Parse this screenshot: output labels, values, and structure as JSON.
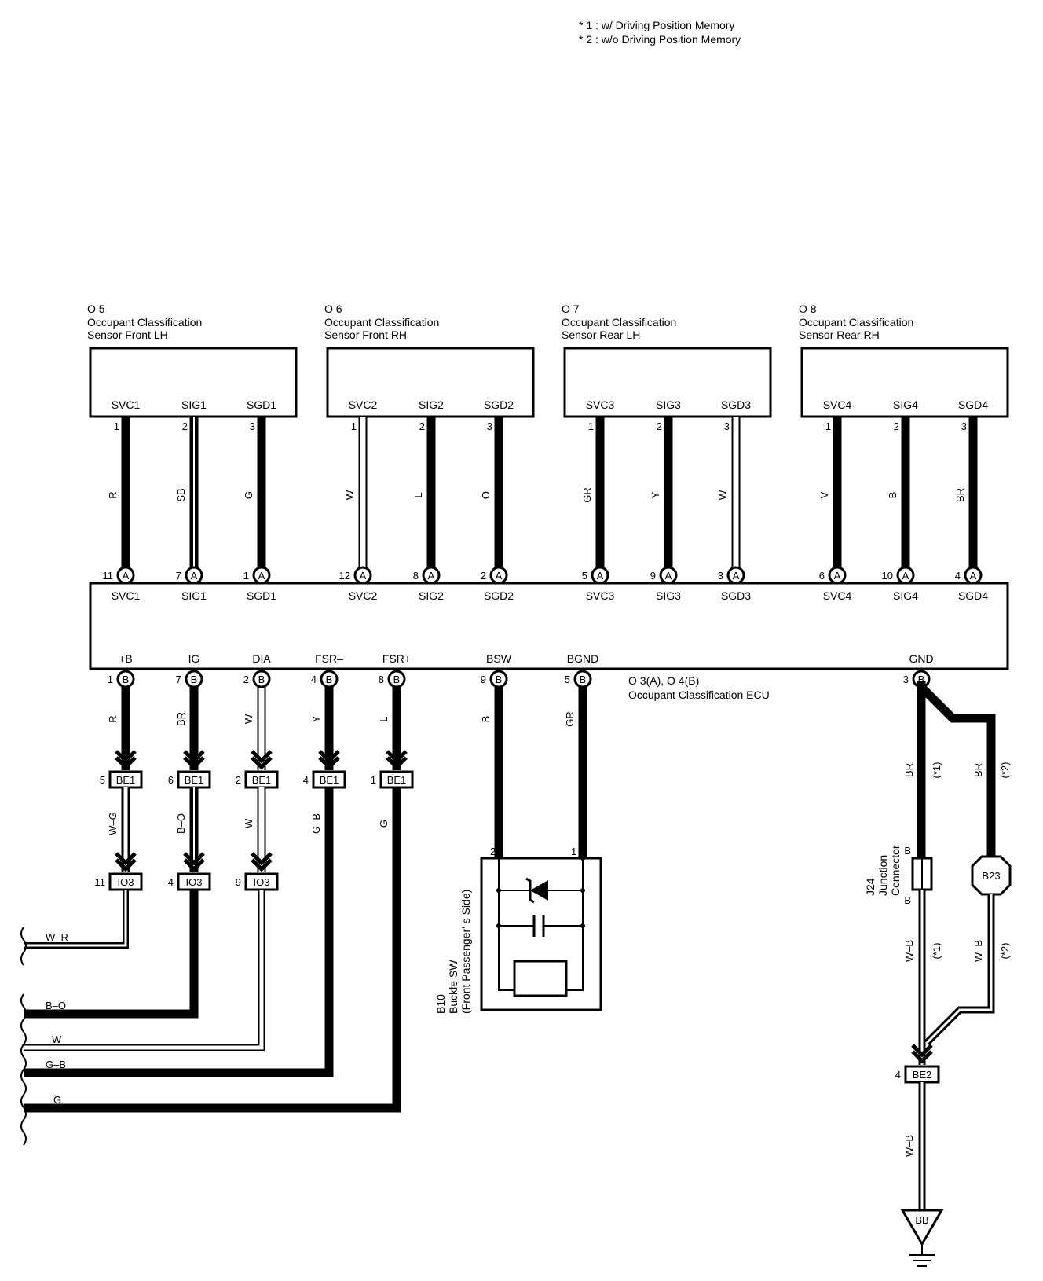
{
  "notes": [
    "* 1 : w/ Driving Position Memory",
    "* 2 : w/o Driving Position Memory"
  ],
  "sensors": [
    {
      "id": "O 5",
      "line1": "Occupant Classification",
      "line2": "Sensor Front LH",
      "terminals": [
        {
          "name": "SVC1",
          "pin": "1",
          "wire": "R",
          "ecu_pin": "11",
          "ecu_name": "SVC1"
        },
        {
          "name": "SIG1",
          "pin": "2",
          "wire": "SB",
          "ecu_pin": "7",
          "ecu_name": "SIG1"
        },
        {
          "name": "SGD1",
          "pin": "3",
          "wire": "G",
          "ecu_pin": "1",
          "ecu_name": "SGD1"
        }
      ]
    },
    {
      "id": "O 6",
      "line1": "Occupant Classification",
      "line2": "Sensor Front RH",
      "terminals": [
        {
          "name": "SVC2",
          "pin": "1",
          "wire": "W",
          "ecu_pin": "12",
          "ecu_name": "SVC2"
        },
        {
          "name": "SIG2",
          "pin": "2",
          "wire": "L",
          "ecu_pin": "8",
          "ecu_name": "SIG2"
        },
        {
          "name": "SGD2",
          "pin": "3",
          "wire": "O",
          "ecu_pin": "2",
          "ecu_name": "SGD2"
        }
      ]
    },
    {
      "id": "O 7",
      "line1": "Occupant Classification",
      "line2": "Sensor Rear LH",
      "terminals": [
        {
          "name": "SVC3",
          "pin": "1",
          "wire": "GR",
          "ecu_pin": "5",
          "ecu_name": "SVC3"
        },
        {
          "name": "SIG3",
          "pin": "2",
          "wire": "Y",
          "ecu_pin": "9",
          "ecu_name": "SIG3"
        },
        {
          "name": "SGD3",
          "pin": "3",
          "wire": "W",
          "ecu_pin": "3",
          "ecu_name": "SGD3"
        }
      ]
    },
    {
      "id": "O 8",
      "line1": "Occupant Classification",
      "line2": "Sensor Rear RH",
      "terminals": [
        {
          "name": "SVC4",
          "pin": "1",
          "wire": "V",
          "ecu_pin": "6",
          "ecu_name": "SVC4"
        },
        {
          "name": "SIG4",
          "pin": "2",
          "wire": "B",
          "ecu_pin": "10",
          "ecu_name": "SIG4"
        },
        {
          "name": "SGD4",
          "pin": "3",
          "wire": "BR",
          "ecu_pin": "4",
          "ecu_name": "SGD4"
        }
      ]
    }
  ],
  "ecu": {
    "label_line1": "O 3(A), O 4(B)",
    "label_line2": "Occupant Classification ECU",
    "connector_a": "A",
    "connector_b": "B",
    "bottom_terminals": [
      {
        "name": "+B",
        "pin": "1",
        "wire": "R",
        "be1_pin": "5",
        "be1": "BE1",
        "wire2": "W–G",
        "io3_pin": "11",
        "io3": "IO3",
        "out_wire": "W–R"
      },
      {
        "name": "IG",
        "pin": "7",
        "wire": "BR",
        "be1_pin": "6",
        "be1": "BE1",
        "wire2": "B–O",
        "io3_pin": "4",
        "io3": "IO3",
        "out_wire": "B–O"
      },
      {
        "name": "DIA",
        "pin": "2",
        "wire": "W",
        "be1_pin": "2",
        "be1": "BE1",
        "wire2": "W",
        "io3_pin": "9",
        "io3": "IO3",
        "out_wire": "W"
      },
      {
        "name": "FSR–",
        "pin": "4",
        "wire": "Y",
        "be1_pin": "4",
        "be1": "BE1",
        "wire2": "G–B",
        "out_wire": "G–B"
      },
      {
        "name": "FSR+",
        "pin": "8",
        "wire": "L",
        "be1_pin": "1",
        "be1": "BE1",
        "wire2": "G",
        "out_wire": "G"
      },
      {
        "name": "BSW",
        "pin": "9",
        "wire": "B"
      },
      {
        "name": "BGND",
        "pin": "5",
        "wire": "GR"
      },
      {
        "name": "GND",
        "pin": "3"
      }
    ]
  },
  "buckle": {
    "id": "B10",
    "line1": "Buckle SW",
    "line2": "(Front Passenger' s Side)",
    "pin_left": "2",
    "pin_right": "1"
  },
  "ground": {
    "wire_br": "BR",
    "note1": "(*1)",
    "note2": "(*2)",
    "j24_id": "J24",
    "j24_line1": "Junction",
    "j24_line2": "Connector",
    "j24_pin_top": "B",
    "j24_pin_bottom": "B",
    "b23": "B23",
    "wire_wb": "W–B",
    "be2_pin": "4",
    "be2": "BE2",
    "earth": "BB"
  }
}
